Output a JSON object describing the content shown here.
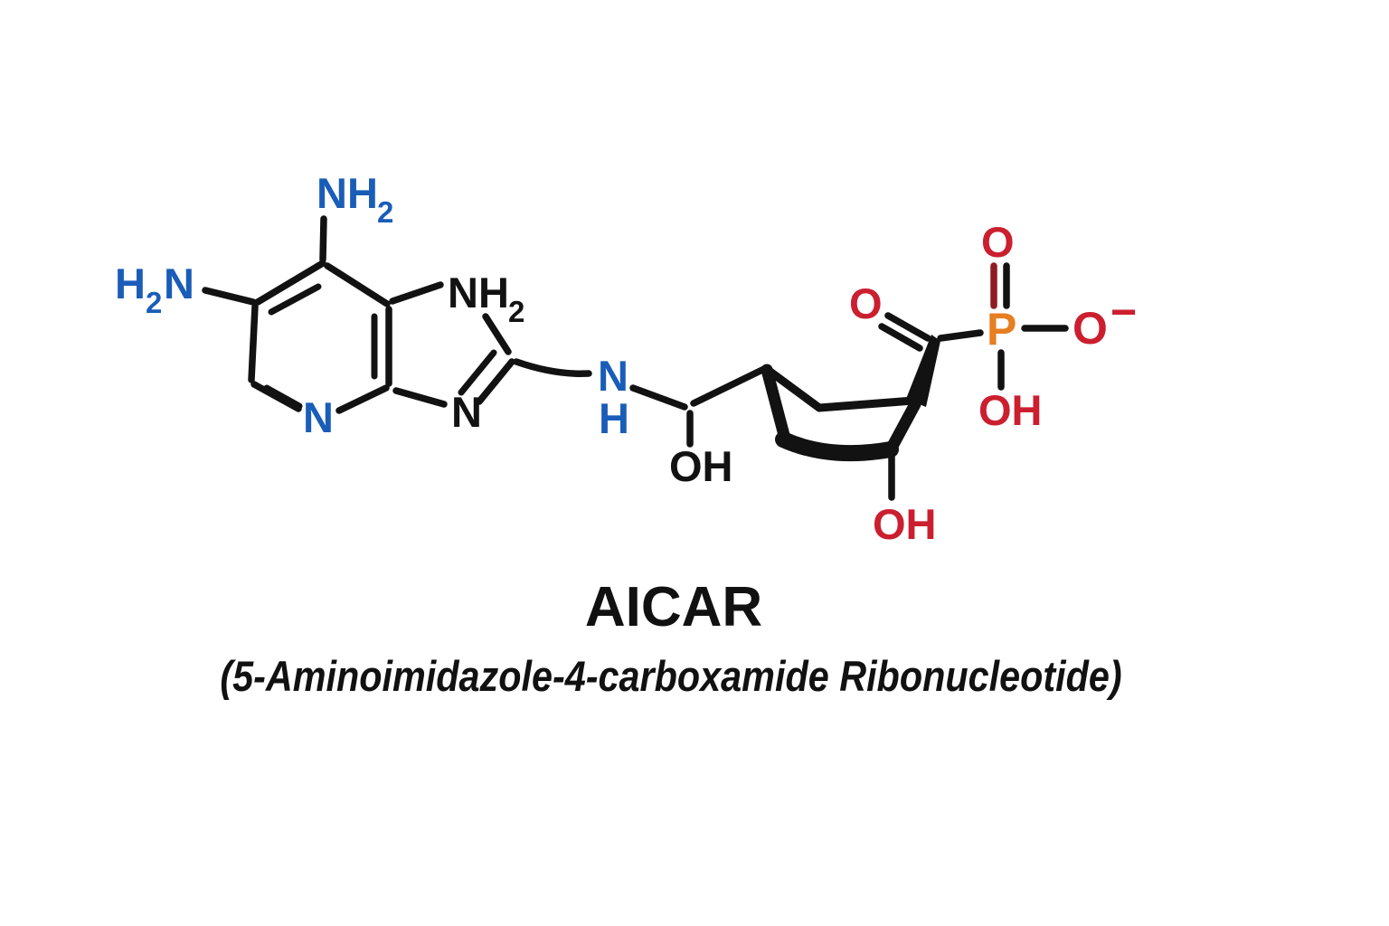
{
  "compound": {
    "title": "AICAR",
    "subtitle": "(5-Aminoimidazole-4-carboxamide Ribonucleotide)"
  },
  "atoms": {
    "amine_top_nh": "NH",
    "amine_top_sub": "2",
    "amine_left_h": "H",
    "amine_left_sub": "2",
    "amine_left_n": "N",
    "pyridine_n": "N",
    "imidazole_nh": "NH",
    "imidazole_nh_sub": "2",
    "imidazole_n": "N",
    "linker_n": "N",
    "linker_h": "H",
    "methine_oh": "OH",
    "carbonyl_o": "O",
    "phosphoryl_o": "O",
    "phosphorus": "P",
    "phosphate_o": "O",
    "phosphate_charge": "−",
    "phosphate_oh": "OH",
    "ribose_oh": "OH"
  },
  "colors": {
    "nitrogen_blue": "#1a5db8",
    "oxygen_red": "#cb1f2f",
    "phosphorus_orange": "#e67e22",
    "bond_black": "#121212",
    "phosphoryl_accent_red": "#8e1c20",
    "background_white": "#ffffff"
  }
}
